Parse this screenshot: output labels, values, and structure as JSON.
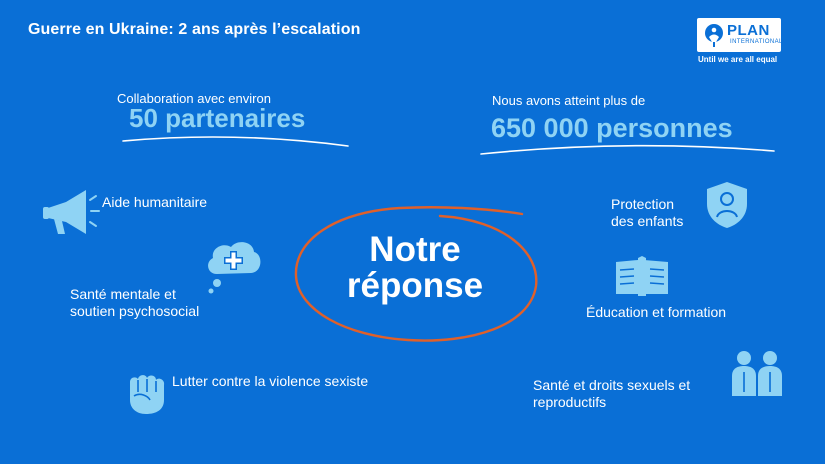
{
  "header": {
    "title": "Guerre en Ukraine: 2 ans après l’escalation"
  },
  "logo": {
    "wordmark": "PLAN",
    "subtitle": "INTERNATIONAL",
    "tagline": "Until we are all equal"
  },
  "stats": {
    "partners": {
      "label": "Collaboration avec environ",
      "value": "50 partenaires"
    },
    "reach": {
      "label": "Nous avons atteint plus de",
      "value": "650 000 personnes"
    }
  },
  "center": {
    "line1": "Notre",
    "line2": "réponse"
  },
  "items": {
    "humanitarian": "Aide humanitaire",
    "mental_health_line1": "Santé mentale et",
    "mental_health_line2": "soutien psychosocial",
    "gbv": "Lutter contre la violence sexiste",
    "child_protection_line1": "Protection",
    "child_protection_line2": "des enfants",
    "education": "Éducation et formation",
    "srhr_line1": "Santé et droits sexuels et",
    "srhr_line2": "reproductifs"
  },
  "colors": {
    "background": "#0a6fd6",
    "accent": "#8fd3f4",
    "circle": "#e0602a"
  },
  "icons": [
    "plan-logo-icon",
    "megaphone-icon",
    "thought-cloud-cross-icon",
    "fist-icon",
    "shield-child-icon",
    "open-book-icon",
    "two-people-icon"
  ]
}
